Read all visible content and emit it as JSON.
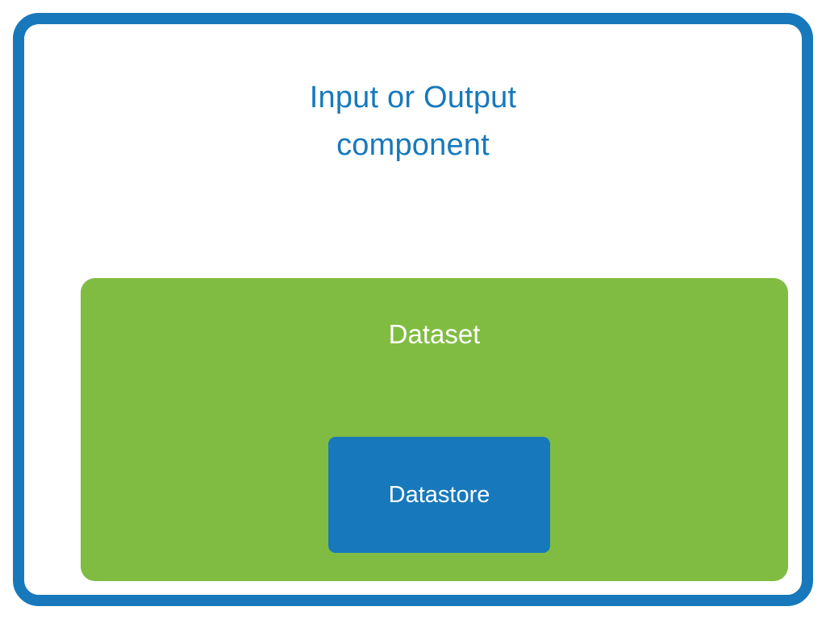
{
  "diagram": {
    "type": "nested-block-diagram",
    "background_color": "#ffffff",
    "component": {
      "title": "Input or Output\ncomponent",
      "title_line_1": "Input or Output",
      "title_line_2": "component",
      "border_color": "#1779bc",
      "fill_color": "#ffffff",
      "children": [
        {
          "label": "Dataset",
          "fill_color": "#80bc42",
          "text_color": "#ffffff",
          "children": [
            {
              "label": "Datastore",
              "fill_color": "#1779bc",
              "text_color": "#ffffff"
            }
          ]
        }
      ]
    }
  }
}
